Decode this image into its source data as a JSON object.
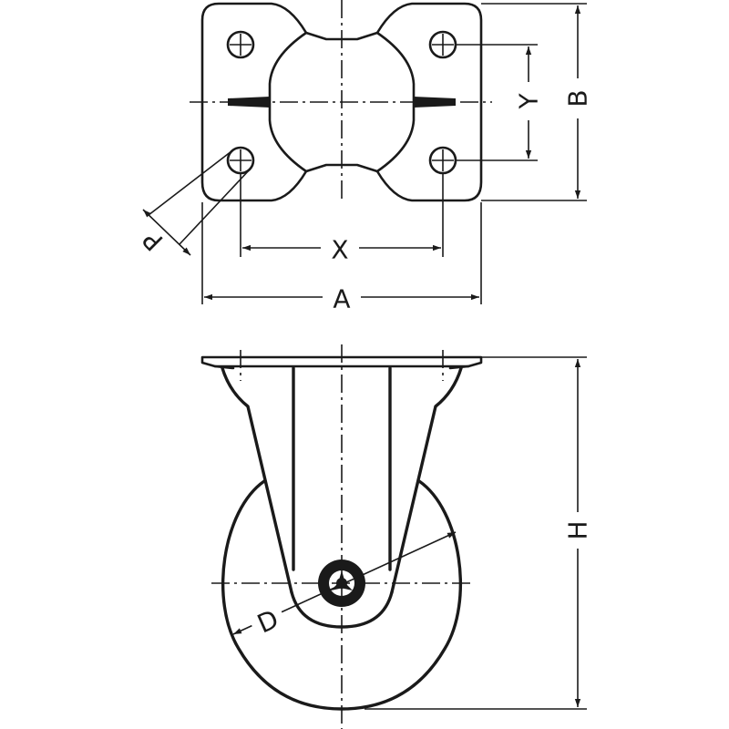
{
  "labels": {
    "A": "A",
    "B": "B",
    "X": "X",
    "Y": "Y",
    "P": "P",
    "H": "H",
    "D": "D"
  },
  "ink_color": "#1a1a1a"
}
